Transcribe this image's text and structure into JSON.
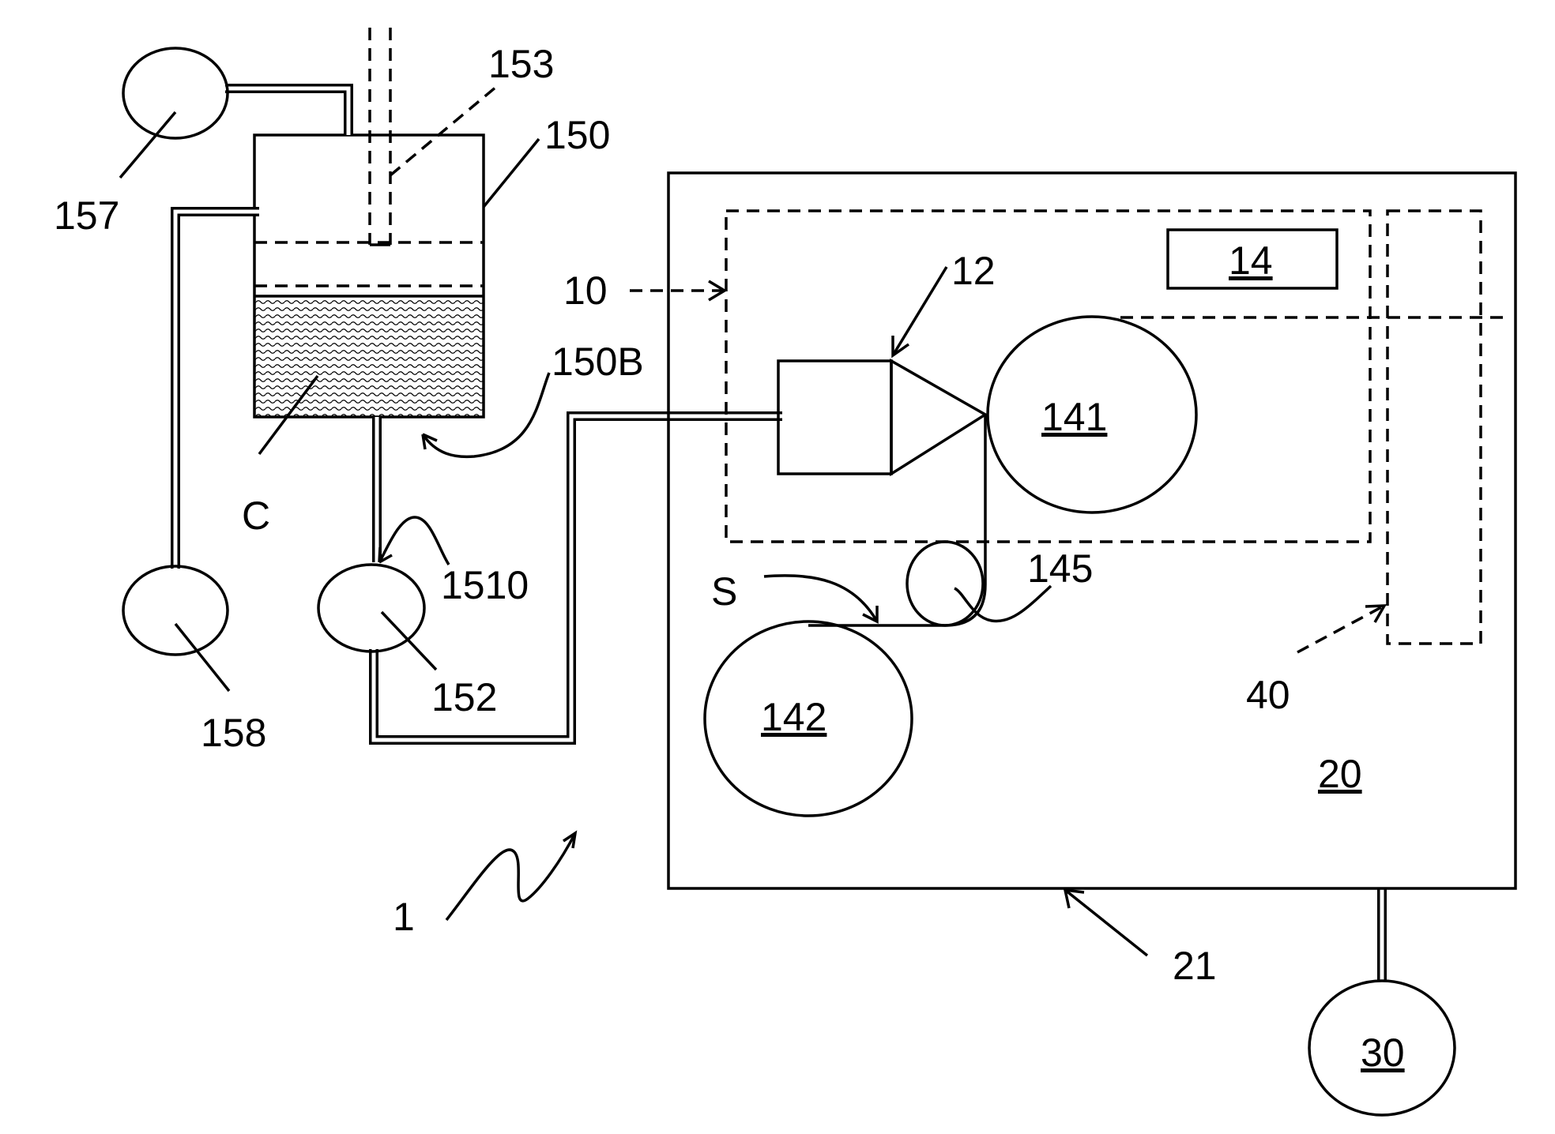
{
  "labels": {
    "l1": "1",
    "l10": "10",
    "l12": "12",
    "l14": "14",
    "l20": "20",
    "l21": "21",
    "l30": "30",
    "l40": "40",
    "l141": "141",
    "l142": "142",
    "l145": "145",
    "l150": "150",
    "l150B": "150B",
    "l152": "152",
    "l153": "153",
    "l157": "157",
    "l158": "158",
    "l1510": "1510",
    "lC": "C",
    "lS": "S"
  }
}
